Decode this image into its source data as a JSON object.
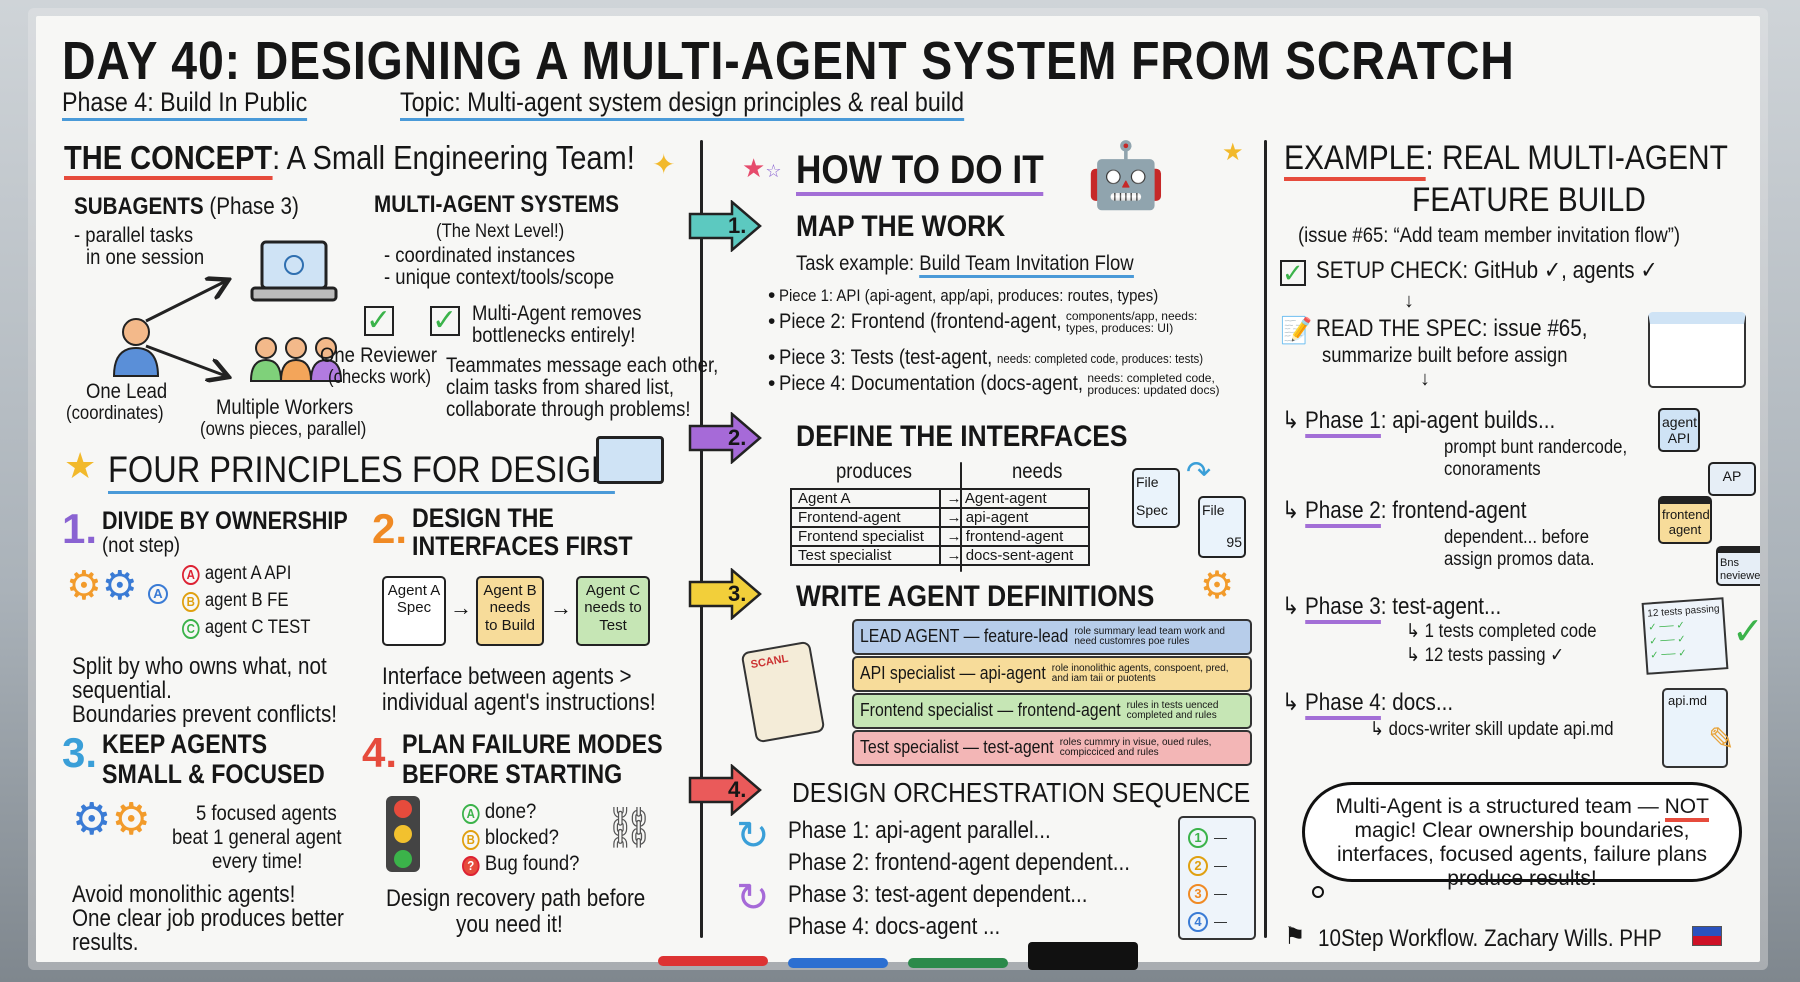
{
  "title": "DAY 40: DESIGNING A MULTI-AGENT SYSTEM FROM SCRATCH",
  "phase": "Phase 4: Build In Public",
  "topic": "Topic: Multi-agent system design principles & real build",
  "concept": {
    "heading": "THE CONCEPT",
    "heading_rest": ": A Small Engineering Team!",
    "subagents": "SUBAGENTS",
    "subagents_phase": "(Phase 3)",
    "subagents_lines": [
      "- parallel tasks",
      "in one session"
    ],
    "multi": "MULTI-AGENT SYSTEMS",
    "multi_lines": [
      "(The Next Level!)",
      "- coordinated instances",
      "- unique context/tools/scope"
    ],
    "lead": "One Lead",
    "lead_sub": "(coordinates)",
    "workers": "Multiple Workers",
    "workers_sub": "(owns pieces, parallel)",
    "reviewer": "One Reviewer",
    "reviewer_sub": "(checks work)",
    "removes": [
      "Multi-Agent removes",
      "bottlenecks entirely!"
    ],
    "teammates": [
      "Teammates message each other,",
      "claim tasks from shared list,",
      "collaborate through problems!"
    ]
  },
  "principles": {
    "heading": "FOUR PRINCIPLES FOR DESIGN",
    "p1": {
      "num": "1.",
      "title": "DIVIDE BY OWNERSHIP",
      "sub": "(not step)",
      "agents": [
        {
          "letter": "A",
          "label": "agent A API"
        },
        {
          "letter": "B",
          "label": "agent B FE"
        },
        {
          "letter": "C",
          "label": "agent C TEST"
        }
      ],
      "hub": "A",
      "notes": [
        "Split by who owns what, not",
        "sequential.",
        "Boundaries prevent conflicts!"
      ]
    },
    "p2": {
      "num": "2.",
      "title": [
        "DESIGN THE",
        "INTERFACES FIRST"
      ],
      "boxes": [
        [
          "Agent A",
          "Spec"
        ],
        [
          "Agent B",
          "needs",
          "to Build"
        ],
        [
          "Agent C",
          "needs to",
          "Test"
        ]
      ],
      "notes": [
        "Interface between agents >",
        "individual agent's instructions!"
      ]
    },
    "p3": {
      "num": "3.",
      "title": [
        "KEEP AGENTS",
        "SMALL & FOCUSED"
      ],
      "quote": [
        "5 focused agents",
        "beat 1 general agent",
        "every time!"
      ],
      "notes": [
        "Avoid monolithic agents!",
        "One clear job produces better",
        "results."
      ]
    },
    "p4": {
      "num": "4.",
      "title": [
        "PLAN FAILURE MODES",
        "BEFORE STARTING"
      ],
      "states": [
        {
          "letter": "A",
          "label": "done?"
        },
        {
          "letter": "B",
          "label": "blocked?"
        },
        {
          "letter": "?",
          "label": "Bug found?"
        }
      ],
      "notes": [
        "Design recovery path before",
        "you need it!"
      ]
    }
  },
  "how": {
    "heading": "HOW TO DO IT",
    "steps": [
      {
        "num": "1.",
        "title": "MAP THE WORK",
        "color": "#5cc9c0"
      },
      {
        "num": "2.",
        "title": "DEFINE THE INTERFACES",
        "color": "#a66ad8"
      },
      {
        "num": "3.",
        "title": "WRITE AGENT DEFINITIONS",
        "color": "#f2cf3a"
      },
      {
        "num": "4.",
        "title": "DESIGN ORCHESTRATION SEQUENCE",
        "color": "#ea5a5a"
      }
    ],
    "task_label": "Task example: ",
    "task": "Build Team Invitation Flow",
    "pieces": [
      {
        "main": "Piece 1: API (api-agent, app/api, produces: routes, types)",
        "small": ""
      },
      {
        "main": "Piece 2: Frontend (frontend-agent,",
        "small": "components/app, needs: types, produces: UI)"
      },
      {
        "main": "Piece 3: Tests (test-agent,",
        "small": "needs: completed code, produces: tests)"
      },
      {
        "main": "Piece 4: Documentation (docs-agent,",
        "small": "needs: completed code, produces: updated docs)"
      }
    ],
    "interfaces": {
      "col_produces": "produces",
      "col_needs": "needs",
      "rows": [
        [
          "Agent A",
          "Agent-agent"
        ],
        [
          "Frontend-agent",
          "api-agent"
        ],
        [
          "Frontend specialist",
          "frontend-agent"
        ],
        [
          "Test specialist",
          "docs-sent-agent"
        ]
      ],
      "file1": [
        "File",
        "Spec"
      ],
      "file2": [
        "File",
        "95"
      ]
    },
    "scroll_label": "SCANL",
    "roles": [
      {
        "main": "LEAD AGENT — feature-lead",
        "sub": "role summary lead team work and need customres poe rules",
        "color": "#b7cdea"
      },
      {
        "main": "API specialist — api-agent",
        "sub": "role inonolithic agents, conspoent, pred, and iam taii or puotents",
        "color": "#f7dc9a"
      },
      {
        "main": "Frontend specialist — frontend-agent",
        "sub": "rules in tests uenced completed and rules",
        "color": "#c6e6b5"
      },
      {
        "main": "Test specialist — test-agent",
        "sub": "roles cummry in visue, oued rules, compicciced and rules",
        "color": "#f3b6b6"
      }
    ],
    "phases": [
      "Phase 1:  api-agent parallel...",
      "Phase 2:  frontend-agent dependent...",
      "Phase 3:  test-agent dependent...",
      "Phase 4:  docs-agent ..."
    ],
    "checklist": [
      "1",
      "2",
      "3",
      "4"
    ]
  },
  "example": {
    "heading": "EXAMPLE",
    "heading_rest": ": REAL MULTI-AGENT",
    "heading2": "FEATURE BUILD",
    "issue": "(issue #65: “Add team member invitation flow”)",
    "setup": "SETUP CHECK: GitHub ✓, agents ✓",
    "spec": "READ THE SPEC: issue #65,",
    "spec_sub": "summarize built before assign",
    "phases": [
      {
        "label": "Phase 1",
        "text": ": api-agent builds...",
        "sub": [
          "prompt bunt randercode,",
          "conoraments"
        ]
      },
      {
        "label": "Phase 2",
        "text": ": frontend-agent",
        "sub": [
          "dependent... before",
          "assign promos data."
        ]
      },
      {
        "label": "Phase 3",
        "text": ": test-agent...",
        "sub": [
          "1 tests completed code",
          "12 tests passing ✓"
        ]
      },
      {
        "label": "Phase 4",
        "text": ": docs...",
        "sub": [
          "docs-writer skill update api.md"
        ]
      }
    ],
    "icons": {
      "agent_api": [
        "agent",
        "API"
      ],
      "ap": "AP",
      "frontend": [
        "frontend",
        "agent"
      ],
      "reviewer": [
        "Bns",
        "neviewer"
      ],
      "tests": "12 tests passing",
      "apimd": "api.md"
    },
    "bubble": [
      "Multi-Agent is a structured team — ",
      "NOT",
      " magic! Clear ownership boundaries, interfaces,",
      "focused agents, failure plans produce results!"
    ],
    "footer": "10Step Workflow. Zachary Wills. PHP"
  }
}
